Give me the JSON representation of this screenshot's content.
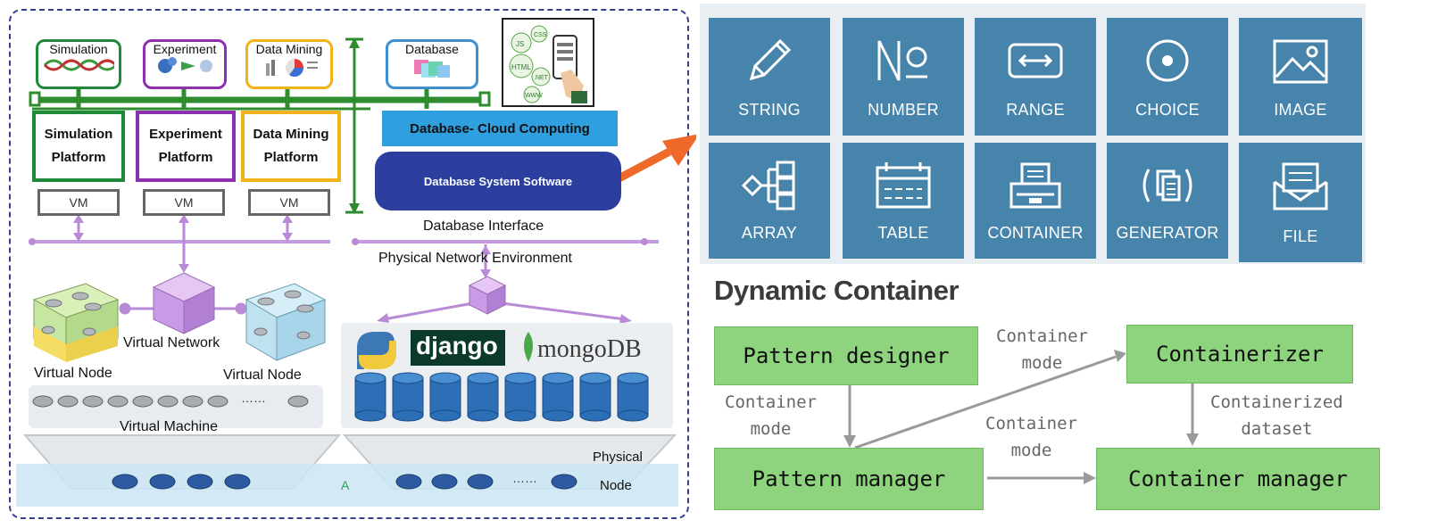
{
  "architecture": {
    "top_modules": [
      "Simulation",
      "Experiment",
      "Data Mining"
    ],
    "database_label": "Database",
    "platforms": [
      {
        "line1": "Simulation",
        "line2": "Platform"
      },
      {
        "line1": "Experiment",
        "line2": "Platform"
      },
      {
        "line1": "Data Mining",
        "line2": "Platform"
      }
    ],
    "vm_label": "VM",
    "cloud_label": "Database- Cloud Computing",
    "db_system_label": "Database System Software",
    "db_interface_label": "Database Interface",
    "network_env_label": "Physical Network Environment",
    "virtual_network_label": "Virtual Network",
    "virtual_node_label": "Virtual Node",
    "ellipsis": "……",
    "virtual_machine_label": "Virtual Machine",
    "django_label": "django",
    "mongo_label": "mongoDB",
    "physical_node_line1": "Physical",
    "physical_node_line2": "Node",
    "small_a": "A",
    "web_icons": [
      "JS",
      "CSS",
      "HTML",
      ".NET",
      "WWW"
    ],
    "colors": {
      "simulation": "#1e8a3a",
      "experiment": "#8c2fb0",
      "data_mining": "#f2b21b",
      "database": "#3c8fd0",
      "bus": "#2e8b2e",
      "link": "#b98ad6",
      "platform_bar": "#2f9fe0",
      "db_system": "#2c3f9e"
    }
  },
  "types": {
    "items": [
      {
        "label": "STRING",
        "icon": "pencil-icon"
      },
      {
        "label": "NUMBER",
        "icon": "numero-icon"
      },
      {
        "label": "RANGE",
        "icon": "range-icon"
      },
      {
        "label": "CHOICE",
        "icon": "radio-icon"
      },
      {
        "label": "IMAGE",
        "icon": "image-icon"
      },
      {
        "label": "ARRAY",
        "icon": "array-tree-icon"
      },
      {
        "label": "TABLE",
        "icon": "table-icon"
      },
      {
        "label": "CONTAINER",
        "icon": "container-icon"
      },
      {
        "label": "GENERATOR",
        "icon": "generator-icon"
      },
      {
        "label": "FILE",
        "icon": "envelope-icon"
      }
    ],
    "tile_color": "#4784ab"
  },
  "dynamic": {
    "title": "Dynamic Container",
    "pattern_designer": "Pattern designer",
    "containerizer": "Containerizer",
    "pattern_manager": "Pattern manager",
    "container_manager": "Container manager",
    "container_mode_line1": "Container",
    "container_mode_line2": "mode",
    "containerized_line1": "Containerized",
    "containerized_line2": "dataset",
    "box_color": "#8ed37d"
  }
}
